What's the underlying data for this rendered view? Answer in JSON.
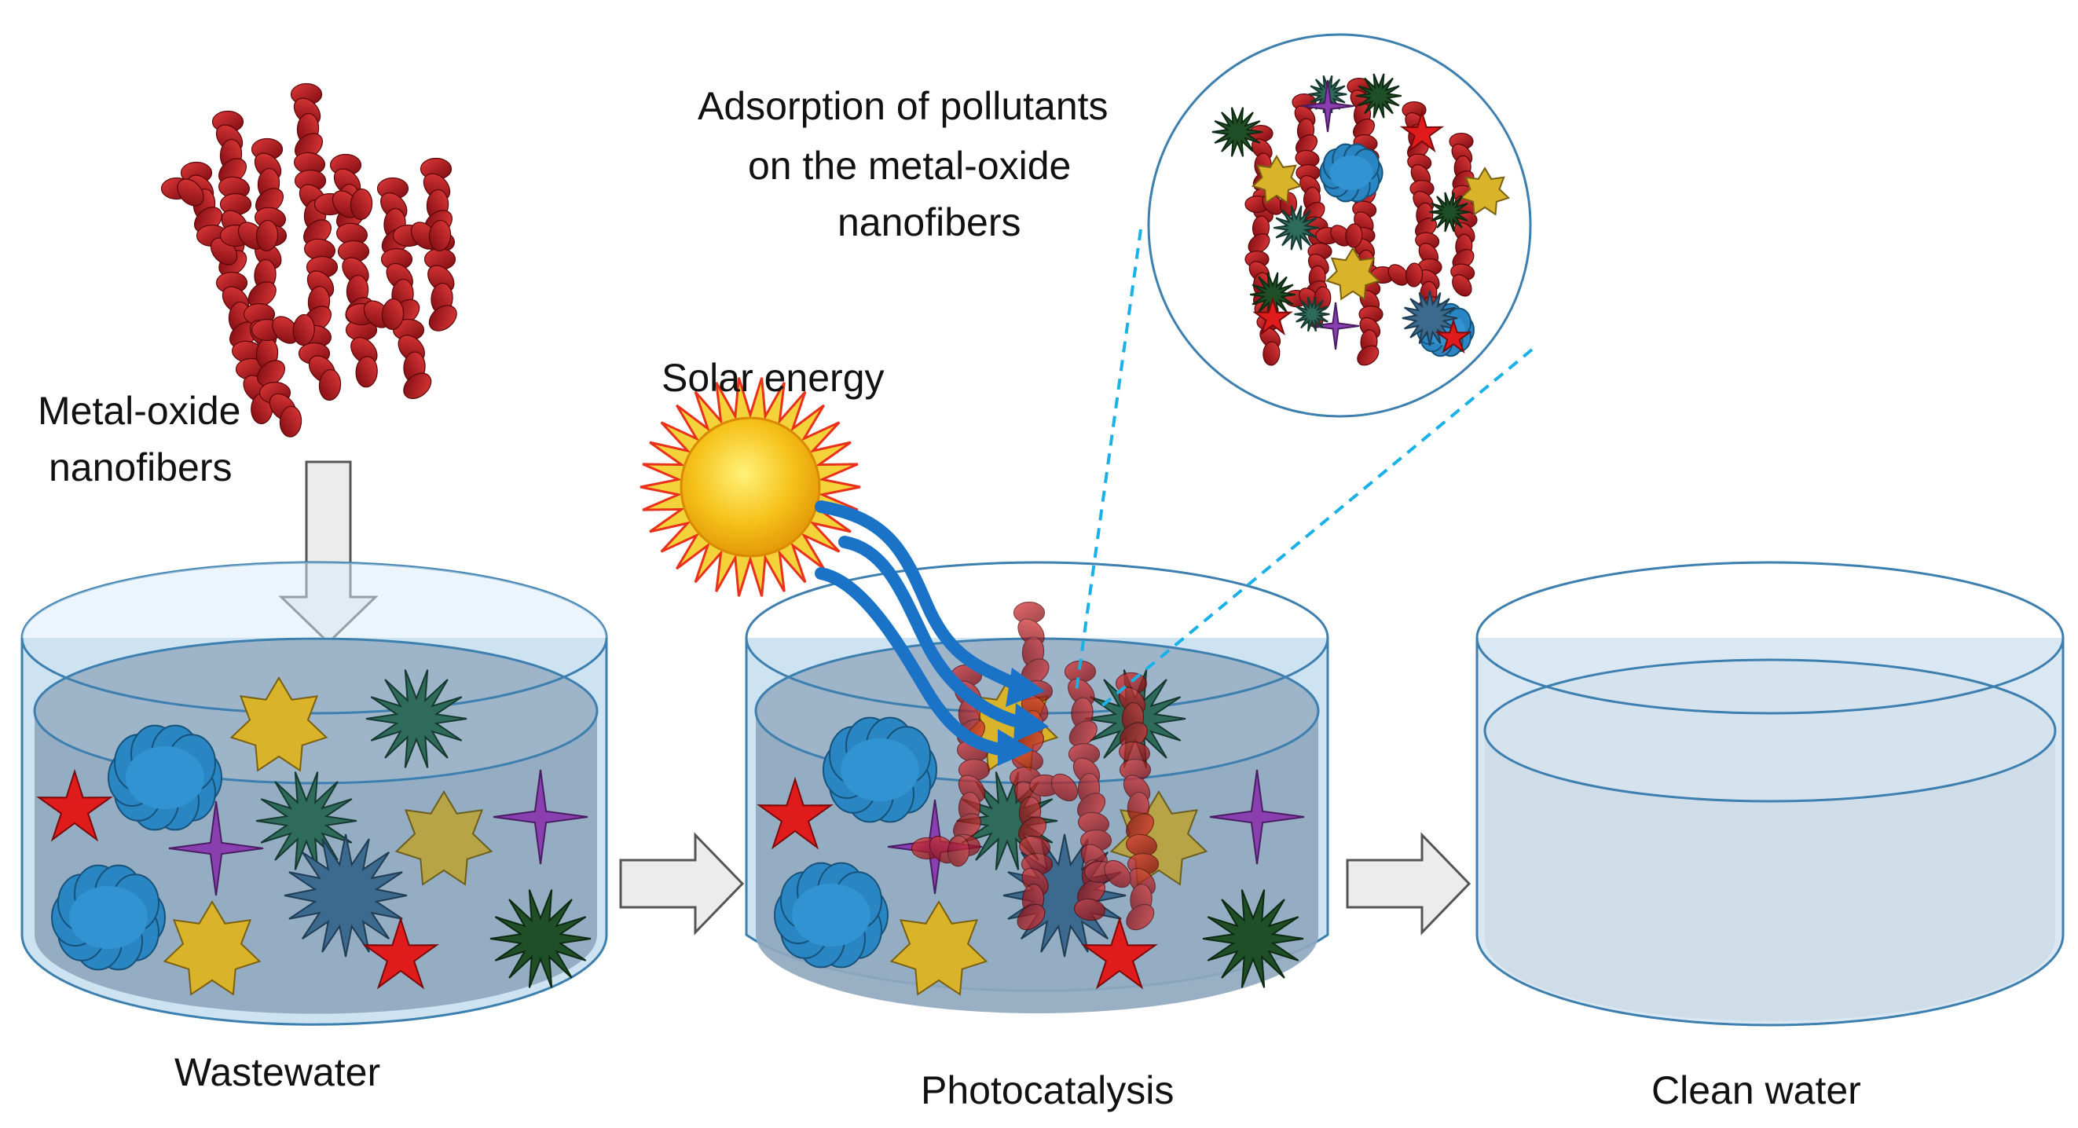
{
  "labels": {
    "nanofibers_line1": "Metal-oxide",
    "nanofibers_line2": "nanofibers",
    "solar": "Solar energy",
    "adsorption_line1": "Adsorption of pollutants",
    "adsorption_line2": "on the metal-oxide",
    "adsorption_line3": "nanofibers",
    "stage1": "Wastewater",
    "stage2": "Photocatalysis",
    "stage3": "Clean water"
  },
  "colors": {
    "water_dirty": "#8fa8bf",
    "water_clean": "#cfdde9",
    "container_top": "#cbe2f2",
    "container_edge": "#3d7fae",
    "nanofiber": "#b01018",
    "sun": "#f6c21a",
    "sun_ray": "#e8321c",
    "light_arrow": "#1a73c7",
    "zoom_line": "#1ab0e8",
    "process_arrow": "#f0f0f0"
  },
  "icons": {
    "sun": "sun-icon",
    "process_arrow": "right-arrow-icon",
    "drop_arrow": "down-arrow-icon"
  }
}
